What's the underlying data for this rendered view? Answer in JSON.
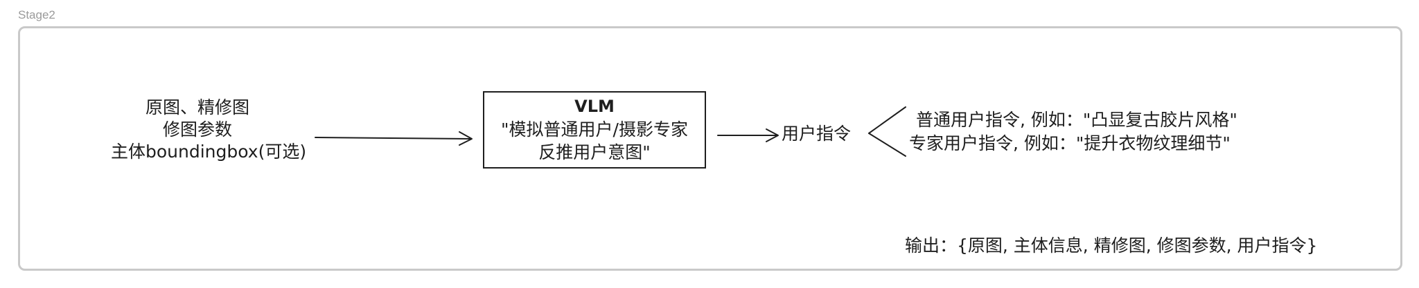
{
  "stage": {
    "label": "Stage2"
  },
  "inputs": {
    "line1": "原图、精修图",
    "line2": "修图参数",
    "line3": "主体boundingbox(可选)"
  },
  "vlm": {
    "title": "VLM",
    "line1": "\"模拟普通用户/摄影专家",
    "line2": "反推用户意图\""
  },
  "intent": {
    "label": "用户指令"
  },
  "branches": {
    "normal": "普通用户指令, 例如：\"凸显复古胶片风格\"",
    "expert": "专家用户指令, 例如：\"提升衣物纹理细节\""
  },
  "output": {
    "text": "输出：{原图, 主体信息, 精修图, 修图参数, 用户指令}"
  }
}
